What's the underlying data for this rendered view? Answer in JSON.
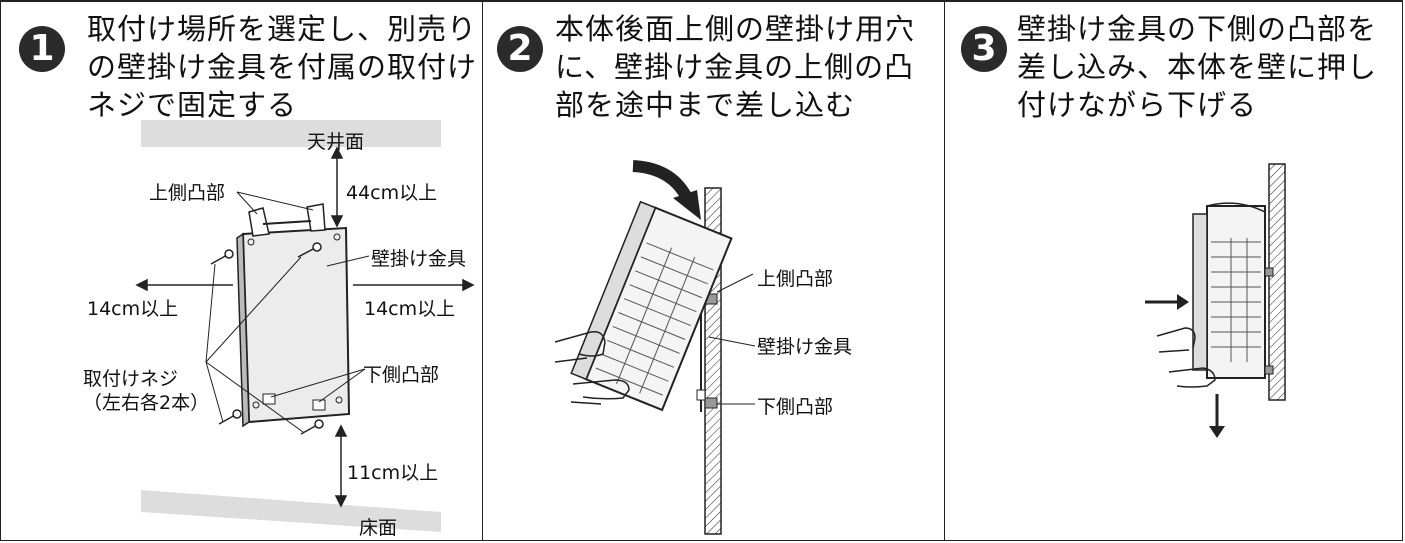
{
  "steps": [
    {
      "number": "1",
      "text": "取付け場所を選定し、別売りの壁掛け金具を付属の取付けネジで固定する"
    },
    {
      "number": "2",
      "text": "本体後面上側の壁掛け用穴に、壁掛け金具の上側の凸部を途中まで差し込む"
    },
    {
      "number": "3",
      "text": "壁掛け金具の下側の凸部を差し込み、本体を壁に押し付けながら下げる"
    }
  ],
  "step1_labels": {
    "ceiling": "天井面",
    "floor": "床面",
    "top_clearance": "44cm以上",
    "bottom_clearance": "11cm以上",
    "left_clearance": "14cm以上",
    "right_clearance": "14cm以上",
    "upper_protrusion": "上側凸部",
    "lower_protrusion": "下側凸部",
    "wall_bracket": "壁掛け金具",
    "screws": "取付けネジ",
    "screws_note": "（左右各2本）"
  },
  "step2_labels": {
    "upper_protrusion": "上側凸部",
    "wall_bracket": "壁掛け金具",
    "lower_protrusion": "下側凸部"
  }
}
